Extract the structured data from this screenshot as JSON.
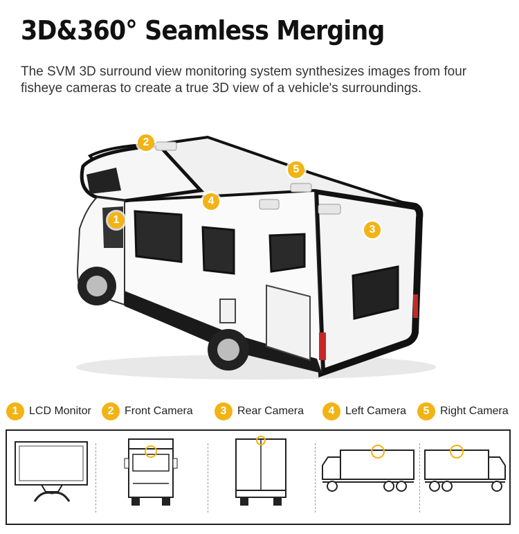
{
  "title": "3D&360° Seamless Merging",
  "description": "The SVM 3D surround view monitoring system synthesizes images from four fisheye cameras to create a true 3D view of a vehicle's surroundings.",
  "accent_color": "#f2b315",
  "badges": [
    "1",
    "2",
    "3",
    "4",
    "5"
  ],
  "legend": [
    {
      "num": "1",
      "label": "LCD Monitor"
    },
    {
      "num": "2",
      "label": "Front Camera"
    },
    {
      "num": "3",
      "label": "Rear Camera"
    },
    {
      "num": "4",
      "label": "Left Camera"
    },
    {
      "num": "5",
      "label": "Right Camera"
    }
  ],
  "thumbnails": [
    "lcd-monitor-icon",
    "truck-front-icon",
    "truck-rear-icon",
    "truck-left-side-icon",
    "truck-right-side-icon"
  ]
}
